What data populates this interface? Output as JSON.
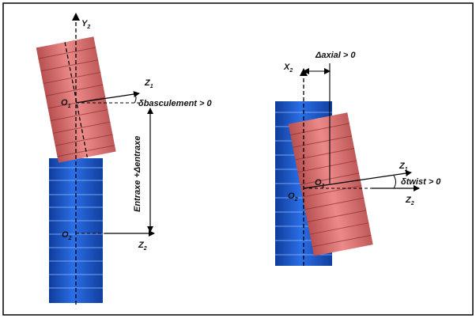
{
  "labels": {
    "y2_main": "Y",
    "y2_sub": "2",
    "z1_left_main": "Z",
    "z1_left_sub": "1",
    "o1_left_main": "O",
    "o1_left_sub": "1",
    "basculement": "δbasculement > 0",
    "entraxe": "Entraxe +Δentraxe",
    "o2_left_main": "O",
    "o2_left_sub": "2",
    "z2_left_main": "Z",
    "z2_left_sub": "2",
    "axial": "Δaxial > 0",
    "x2_main": "X",
    "x2_sub": "2",
    "z1_right_main": "Z",
    "z1_right_sub": "1",
    "o1_right_main": "O",
    "o1_right_sub": "1",
    "twist": "δtwist > 0",
    "o2_right_main": "O",
    "o2_right_sub": "2",
    "z2_right_main": "Z",
    "z2_right_sub": "2"
  },
  "colors": {
    "red_gear": "#e06e6e",
    "red_gear_dark": "#b54848",
    "blue_gear": "#2060d8",
    "blue_gear_dark": "#123f9e",
    "frame": "#000000"
  }
}
